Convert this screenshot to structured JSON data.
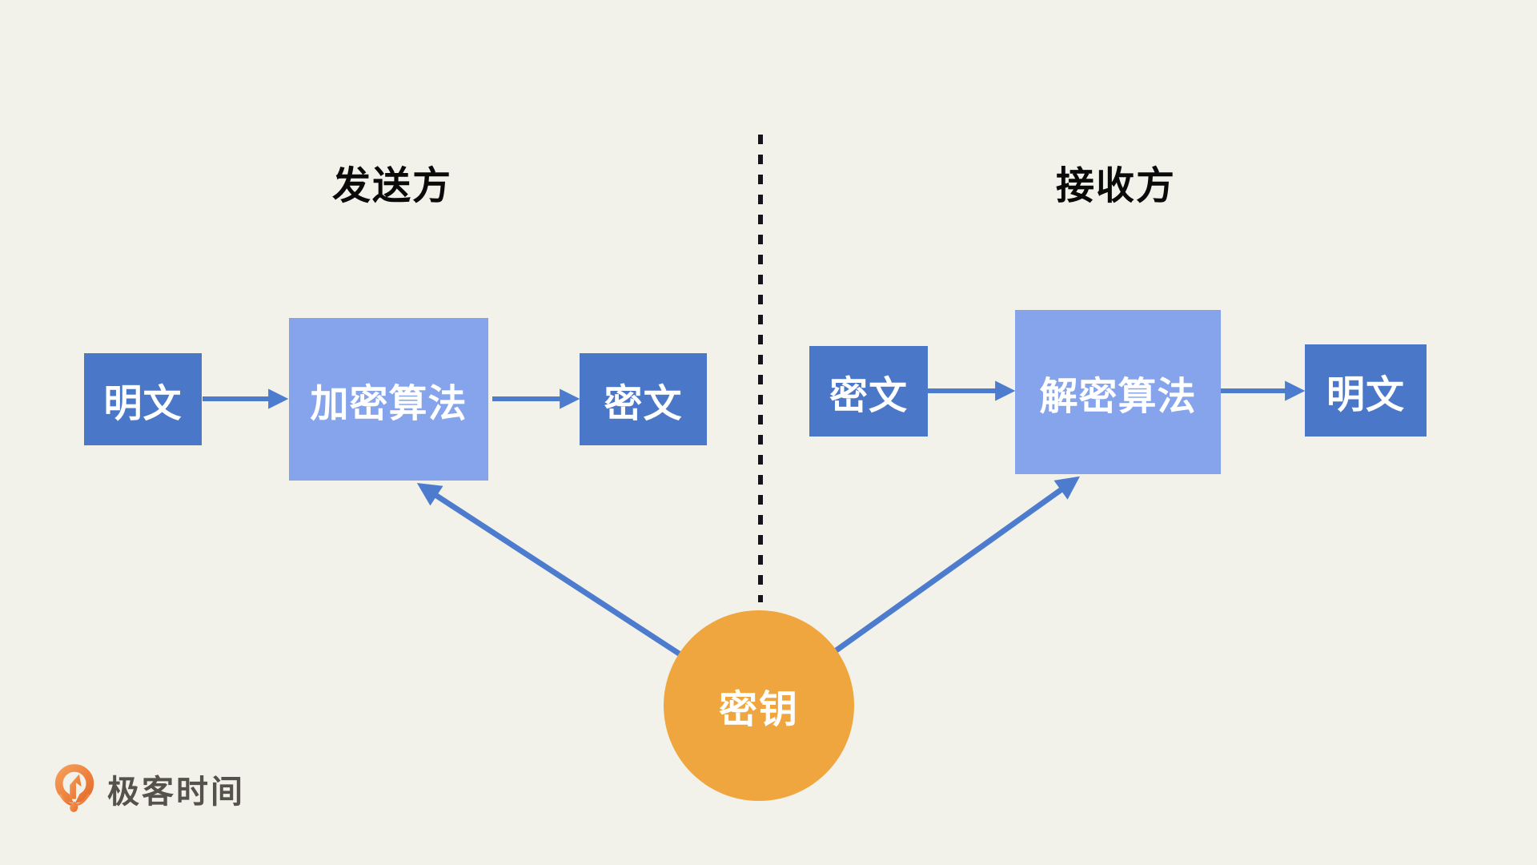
{
  "header": {
    "sender_title": "发送方",
    "receiver_title": "接收方"
  },
  "sender_flow": {
    "plaintext_label": "明文",
    "algorithm_label": "加密算法",
    "ciphertext_label": "密文"
  },
  "receiver_flow": {
    "ciphertext_label": "密文",
    "algorithm_label": "解密算法",
    "plaintext_label": "明文"
  },
  "key": {
    "label": "密钥"
  },
  "brand": {
    "name": "极客时间",
    "logo_icon": "geektime-pin-icon"
  },
  "colors": {
    "background": "#f2f2eb",
    "box_dark_blue": "#4a77c8",
    "box_light_blue": "#85a4ec",
    "arrow_blue": "#4d7ccf",
    "divider_dark": "#14141e",
    "key_orange": "#f0a63e",
    "node_text": "#ffffff",
    "title_text": "#0a0a0a",
    "brand_orange": "#eb7b31",
    "brand_text": "#55514b"
  }
}
